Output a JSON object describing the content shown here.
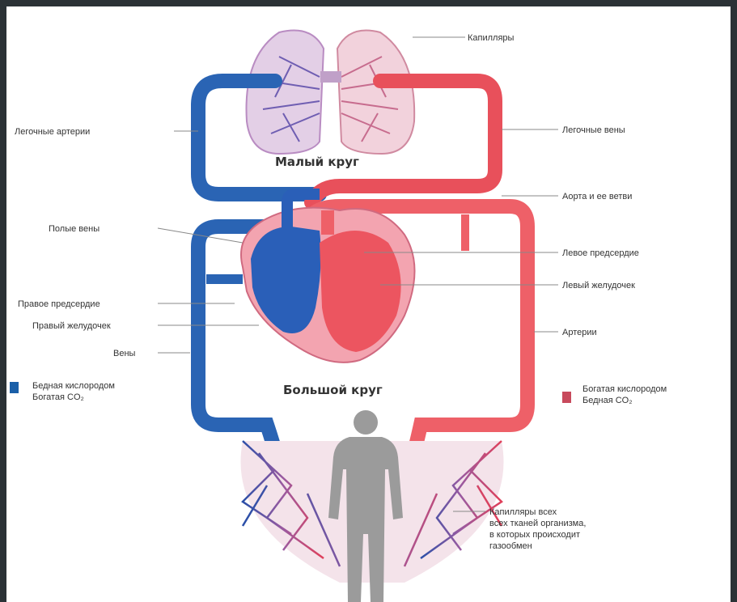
{
  "diagram": {
    "titles": {
      "small_circle": "Малый круг",
      "large_circle": "Большой круг"
    },
    "labels": {
      "capillaries_top": "Капилляры",
      "pulmonary_arteries": "Легочные артерии",
      "pulmonary_veins": "Легочные вены",
      "aorta": "Аорта и ее ветви",
      "vena_cava": "Полые вены",
      "left_atrium": "Левое предсердие",
      "left_ventricle": "Левый желудочек",
      "right_atrium": "Правое предсердие",
      "right_ventricle": "Правый желудочек",
      "arteries": "Артерии",
      "veins": "Вены",
      "body_capillaries": [
        "Капилляры всех",
        "всех тканей организма,",
        "в которых происходит",
        "газообмен"
      ]
    },
    "legend": {
      "blue": {
        "line1": "Бедная кислородом",
        "line2": "Богатая CO₂",
        "color": "#1a5fa8"
      },
      "red": {
        "line1": "Богатая кислородом",
        "line2": "Бедная CO₂",
        "color": "#c84a5c"
      }
    },
    "colors": {
      "venous": "#2a64b4",
      "arterial": "#e8505b",
      "lung_left": "#6a5aa8",
      "lung_right": "#c85a7a",
      "body": "#9b9b9b"
    }
  }
}
